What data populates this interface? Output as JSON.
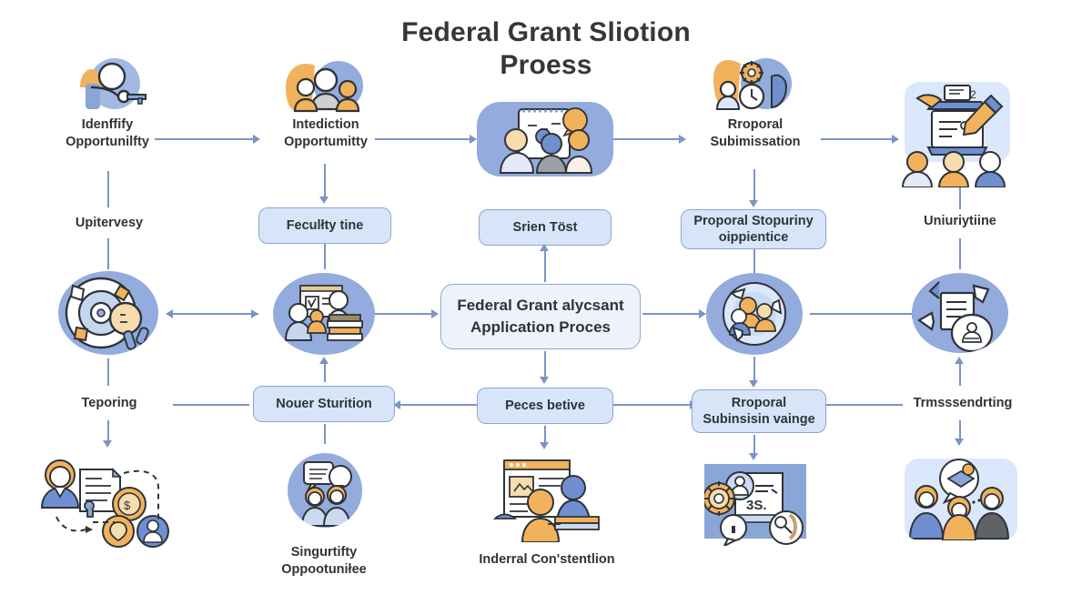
{
  "title": {
    "line1": "Federal Grant Sliotion",
    "line2": "Proess"
  },
  "center_node": {
    "line1": "Federal Grant alycsant",
    "line2": "Application Proces"
  },
  "top_row": [
    {
      "label": "Idenffify\nOpportunilfty",
      "label_l1": "Idenffify",
      "label_l2": "Opportunilfty",
      "icon": "person-with-key-icon"
    },
    {
      "label_l1": "Intediction",
      "label_l2": "Opportumitty",
      "icon": "people-group-icon"
    },
    {
      "label_l1": "",
      "label_l2": "",
      "icon": "team-whiteboard-icon"
    },
    {
      "label_l1": "Rroporal",
      "label_l2": "Subimissation",
      "icon": "gears-clock-team-icon"
    },
    {
      "label_l1": "Uniuriytiine",
      "label_l2": "",
      "icon": "presentation-pencil-team-icon"
    }
  ],
  "chip_row_upper": [
    {
      "text": "Upitervesy",
      "style": "plain"
    },
    {
      "text": "Feculłty tine",
      "style": "pill"
    },
    {
      "text": "Srien Töst",
      "style": "pill"
    },
    {
      "text_l1": "Proporal Stopuriny",
      "text_l2": "oippientice",
      "style": "pill"
    },
    {
      "text": "Uniuriytiine",
      "style": "plain"
    }
  ],
  "middle_row": [
    {
      "icon": "target-magnifier-icon",
      "shape": "circle"
    },
    {
      "icon": "classroom-books-icon",
      "shape": "circle"
    },
    {
      "icon": "center-box",
      "shape": "box"
    },
    {
      "icon": "recycle-team-icon",
      "shape": "circle"
    },
    {
      "icon": "document-refresh-shield-icon",
      "shape": "circle"
    }
  ],
  "chip_row_lower": [
    {
      "text": "Teporing",
      "style": "plain"
    },
    {
      "text": "Nouer Sturition",
      "style": "pill"
    },
    {
      "text": "Peces betive",
      "style": "pill"
    },
    {
      "text_l1": "Rroporal",
      "text_l2": "Subinsisin vainge",
      "style": "pill"
    },
    {
      "text": "Trmsssendrting",
      "style": "plain"
    }
  ],
  "bottom_row": [
    {
      "label": "",
      "icon": "contract-signing-icon"
    },
    {
      "label_l1": "Singurtifty",
      "label_l2": "Oppootuniłee",
      "icon": "chat-people-icon"
    },
    {
      "label_l1": "Inderral Con'stentlion",
      "label_l2": "",
      "icon": "webpage-people-icon"
    },
    {
      "label": "",
      "icon": "gear-settings-doc-icon",
      "doc_text": "3S."
    },
    {
      "label": "",
      "icon": "team-idea-icon"
    }
  ],
  "colors": {
    "accent_blue": "#93abdd",
    "pill_fill": "#d8e5f8",
    "pill_border": "#8aa6d6",
    "connector": "#7a94c4",
    "text": "#2e3338",
    "orange": "#f2b25c",
    "soft_blue_bg": "#dbe7fa",
    "background": "#ffffff"
  }
}
